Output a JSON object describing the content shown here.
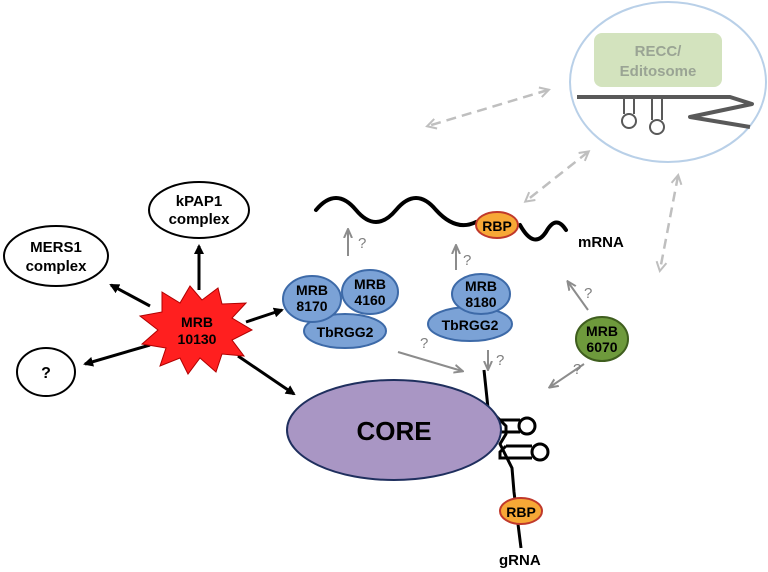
{
  "nodes": {
    "recc_line1": "RECC/",
    "recc_line2": "Editosome",
    "kpap1_line1": "kPAP1",
    "kpap1_line2": "complex",
    "mers1_line1": "MERS1",
    "mers1_line2": "complex",
    "unknown": "?",
    "mrb10130_line1": "MRB",
    "mrb10130_line2": "10130",
    "mrb8170_line1": "MRB",
    "mrb8170_line2": "8170",
    "mrb4160_line1": "MRB",
    "mrb4160_line2": "4160",
    "tbrgg2_a": "TbRGG2",
    "mrb8180_line1": "MRB",
    "mrb8180_line2": "8180",
    "tbrgg2_b": "TbRGG2",
    "mrb6070_line1": "MRB",
    "mrb6070_line2": "6070",
    "core": "CORE",
    "rbp_mrna": "RBP",
    "rbp_grna": "RBP",
    "mrna_label": "mRNA",
    "grna_label": "gRNA"
  },
  "question_marks": {
    "q1": "?",
    "q2": "?",
    "q3": "?",
    "q4": "?",
    "q5": "?",
    "q6": "?"
  },
  "colors": {
    "mrb10130_fill": "#ff1f1f",
    "blue_protein_fill": "#7ba2d6",
    "blue_protein_stroke": "#3d6aa8",
    "mrb6070_fill": "#6e9a3c",
    "mrb6070_stroke": "#3f5e1e",
    "core_fill": "#a996c4",
    "core_stroke": "#1f2f5e",
    "rbp_fill": "#f7a836",
    "rbp_stroke": "#c0392b",
    "recc_box_fill": "#d3e3be",
    "recc_text": "#9aa494",
    "recc_circle_stroke": "#b9d0e8",
    "dashed_arrow": "#bfbfbf",
    "grey_arrow": "#8c8c8c"
  }
}
